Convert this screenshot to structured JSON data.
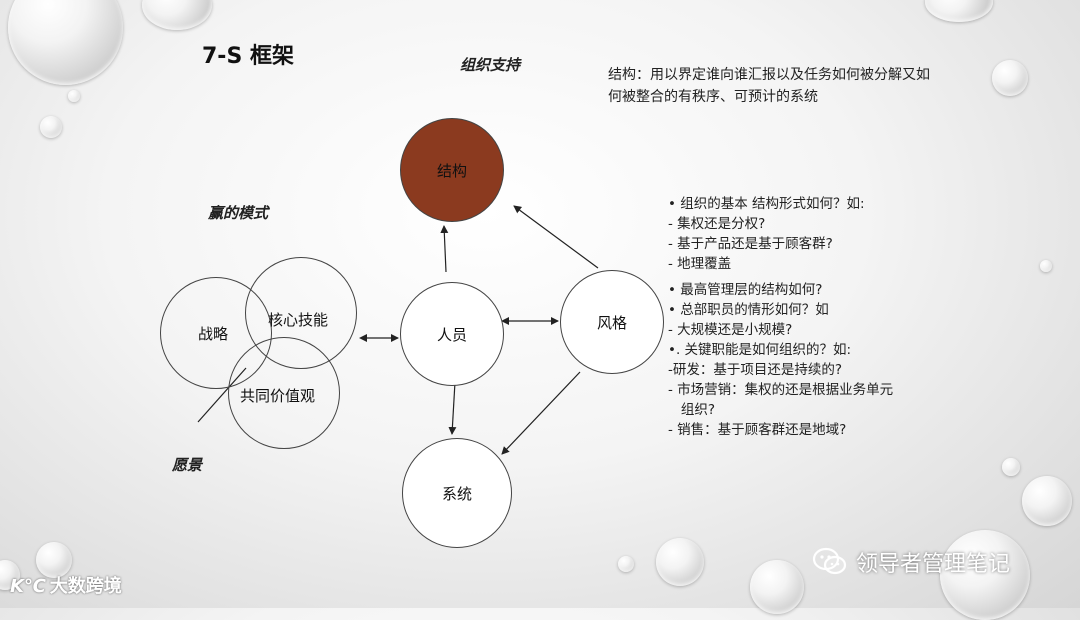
{
  "title": "7-S 框架",
  "labels": {
    "org_support": "组织支持",
    "win_mode": "赢的模式",
    "vision": "愿景"
  },
  "description": "结构：用以界定谁向谁汇报以及任务如何被分解又如何被整合的有秩序、可预计的系统",
  "nodes": {
    "structure": "结构",
    "people": "人员",
    "style": "风格",
    "system": "系统"
  },
  "venn": {
    "strategy": "战略",
    "core_skills": "核心技能",
    "shared_values": "共同价值观"
  },
  "bullets": [
    "• 组织的基本 结构形式如何？如:",
    "-  集权还是分权?",
    "-  基于产品还是基于顾客群?",
    "-  地理覆盖",
    "• 最高管理层的结构如何?",
    "• 总部职员的情形如何？如",
    " -  大规模还是小规模?",
    "•. 关键职能是如何组织的？如:",
    "-研发：基于项目还是持续的?",
    " - 市场营销：集权的还是根据业务单元",
    "   组织?",
    " - 销售：基于顾客群还是地域?"
  ],
  "footer": {
    "left_brand": "大数跨境",
    "right_brand": "领导者管理笔记"
  },
  "colors": {
    "structure_fill": "#8b3a1f"
  }
}
